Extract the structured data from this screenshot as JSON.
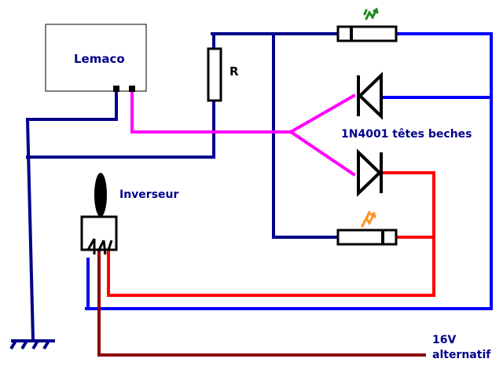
{
  "labels": {
    "controller": "Lemaco",
    "resistor": "R",
    "diodes": "1N4001 têtes beches",
    "switch": "Inverseur",
    "supply_voltage": "16V",
    "supply_type": "alternatif"
  },
  "colors": {
    "wire_dark_blue": "#00008b",
    "wire_blue": "#0000ff",
    "wire_magenta": "#ff00ff",
    "wire_red": "#ff0000",
    "wire_dark_red": "#8b0000",
    "led_green": "#1a8a1a",
    "led_orange": "#ff9020",
    "outline": "#000000",
    "label_blue": "#00008b"
  },
  "icons": {
    "ground": "ground-symbol-icon",
    "diode": "diode-icon",
    "led_arrows": "light-emission-arrows-icon",
    "switch_lever": "toggle-lever-icon"
  }
}
